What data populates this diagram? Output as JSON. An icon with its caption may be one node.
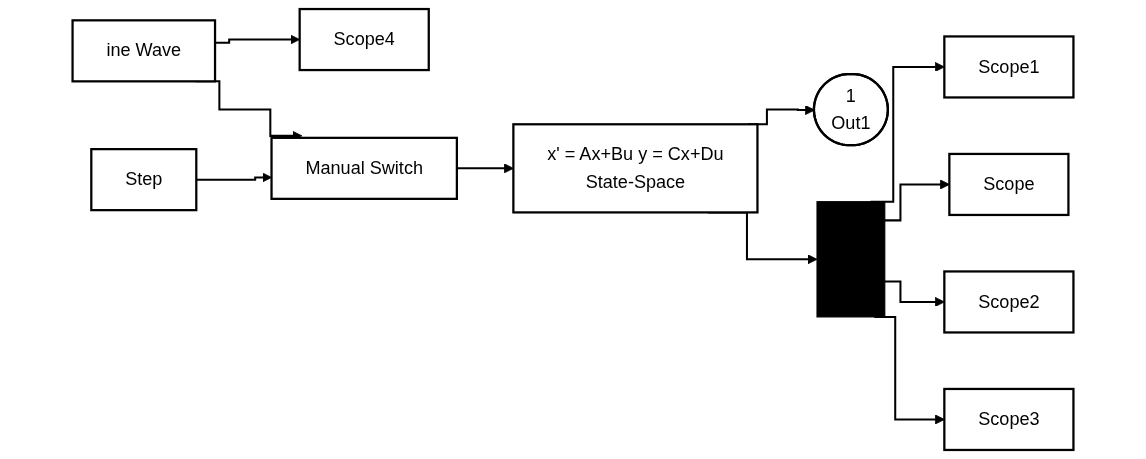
{
  "diagram": {
    "nodes": [
      {
        "text": [
          "ine Wave"
        ]
      },
      {
        "text": [
          "Step"
        ]
      },
      {
        "text": [
          "Scope4"
        ]
      },
      {
        "text": [
          "Manual Switch"
        ]
      },
      {
        "text": [
          "x' = Ax+Bu y = Cx+Du",
          "State-Space"
        ]
      },
      {
        "text": [
          "1",
          "Out1"
        ]
      },
      {
        "text": [],
        "shape": "bar"
      },
      {
        "text": [
          "Scope1"
        ]
      },
      {
        "text": [
          "Scope"
        ]
      },
      {
        "text": [
          "Scope2"
        ]
      },
      {
        "text": [
          "Scope3"
        ]
      }
    ],
    "edges": [
      {
        "from": 0,
        "to": 2,
        "arrow": "to"
      },
      {
        "from": 0,
        "to": 3,
        "arrow": "to"
      },
      {
        "from": 1,
        "to": 3,
        "arrow": "to"
      },
      {
        "from": 3,
        "to": 4,
        "arrow": "to"
      },
      {
        "from": 4,
        "to": 5,
        "arrow": "to"
      },
      {
        "from": 4,
        "to": 6,
        "arrow": "to"
      },
      {
        "from": 6,
        "to": 7,
        "arrow": "to"
      },
      {
        "from": 6,
        "to": 8,
        "arrow": "to"
      },
      {
        "from": 6,
        "to": 9,
        "arrow": "to"
      },
      {
        "from": 6,
        "to": 10,
        "arrow": "to"
      }
    ]
  }
}
